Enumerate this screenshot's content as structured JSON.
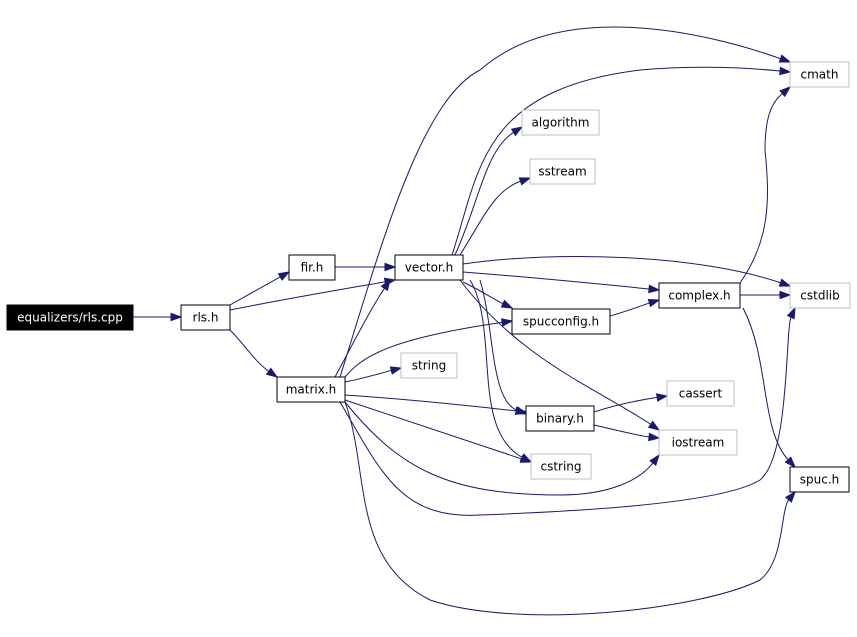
{
  "colors": {
    "edge": "#191970",
    "node_border": "#000000",
    "node_border_external": "#bfbfbf",
    "root_fill": "#000000",
    "root_text": "#ffffff",
    "node_fill": "#ffffff",
    "node_text": "#000000"
  },
  "nodes": [
    {
      "id": "rls_cpp",
      "label": "equalizers/rls.cpp",
      "style": "root"
    },
    {
      "id": "rls_h",
      "label": "rls.h",
      "style": "normal"
    },
    {
      "id": "fir_h",
      "label": "fir.h",
      "style": "normal"
    },
    {
      "id": "matrix_h",
      "label": "matrix.h",
      "style": "normal"
    },
    {
      "id": "vector_h",
      "label": "vector.h",
      "style": "normal"
    },
    {
      "id": "cmath",
      "label": "cmath",
      "style": "external"
    },
    {
      "id": "algorithm",
      "label": "algorithm",
      "style": "external"
    },
    {
      "id": "sstream",
      "label": "sstream",
      "style": "external"
    },
    {
      "id": "complex_h",
      "label": "complex.h",
      "style": "normal"
    },
    {
      "id": "cstdlib",
      "label": "cstdlib",
      "style": "external"
    },
    {
      "id": "spucconfig_h",
      "label": "spucconfig.h",
      "style": "normal"
    },
    {
      "id": "string",
      "label": "string",
      "style": "external"
    },
    {
      "id": "binary_h",
      "label": "binary.h",
      "style": "normal"
    },
    {
      "id": "cassert",
      "label": "cassert",
      "style": "external"
    },
    {
      "id": "iostream",
      "label": "iostream",
      "style": "external"
    },
    {
      "id": "cstring",
      "label": "cstring",
      "style": "external"
    },
    {
      "id": "spuc_h",
      "label": "spuc.h",
      "style": "normal"
    }
  ],
  "edges": [
    {
      "from": "rls_cpp",
      "to": "rls_h"
    },
    {
      "from": "rls_h",
      "to": "fir_h"
    },
    {
      "from": "rls_h",
      "to": "vector_h"
    },
    {
      "from": "rls_h",
      "to": "matrix_h"
    },
    {
      "from": "fir_h",
      "to": "vector_h"
    },
    {
      "from": "vector_h",
      "to": "cmath"
    },
    {
      "from": "vector_h",
      "to": "algorithm"
    },
    {
      "from": "vector_h",
      "to": "sstream"
    },
    {
      "from": "vector_h",
      "to": "complex_h"
    },
    {
      "from": "vector_h",
      "to": "cstdlib"
    },
    {
      "from": "vector_h",
      "to": "spucconfig_h"
    },
    {
      "from": "vector_h",
      "to": "binary_h"
    },
    {
      "from": "vector_h",
      "to": "iostream"
    },
    {
      "from": "vector_h",
      "to": "cstring"
    },
    {
      "from": "matrix_h",
      "to": "vector_h"
    },
    {
      "from": "matrix_h",
      "to": "cmath"
    },
    {
      "from": "matrix_h",
      "to": "spucconfig_h"
    },
    {
      "from": "matrix_h",
      "to": "string"
    },
    {
      "from": "matrix_h",
      "to": "binary_h"
    },
    {
      "from": "matrix_h",
      "to": "cstring"
    },
    {
      "from": "matrix_h",
      "to": "iostream"
    },
    {
      "from": "matrix_h",
      "to": "cstdlib"
    },
    {
      "from": "matrix_h",
      "to": "spuc_h"
    },
    {
      "from": "complex_h",
      "to": "cmath"
    },
    {
      "from": "complex_h",
      "to": "cstdlib"
    },
    {
      "from": "complex_h",
      "to": "spuc_h"
    },
    {
      "from": "spucconfig_h",
      "to": "complex_h"
    },
    {
      "from": "binary_h",
      "to": "cassert"
    },
    {
      "from": "binary_h",
      "to": "iostream"
    }
  ]
}
